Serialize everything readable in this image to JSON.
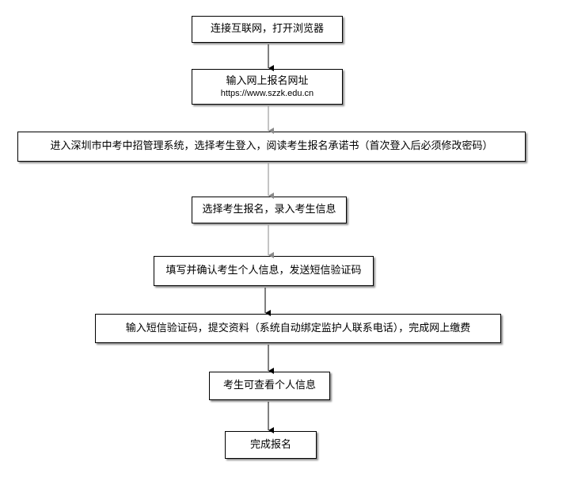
{
  "steps": [
    {
      "text": "连接互联网，打开浏览器"
    },
    {
      "text": "输入网上报名网址",
      "url": "https://www.szzk.edu.cn"
    },
    {
      "text": "进入深圳市中考中招管理系统，选择考生登入，阅读考生报名承诺书（首次登入后必须修改密码）"
    },
    {
      "text": "选择考生报名，录入考生信息"
    },
    {
      "text": "填写并确认考生个人信息，发送短信验证码"
    },
    {
      "text": "输入短信验证码，提交资料（系统自动绑定监护人联系电话），完成网上缴费"
    },
    {
      "text": "考生可查看个人信息"
    },
    {
      "text": "完成报名"
    }
  ],
  "colors": {
    "arrow": "#000000",
    "arrow_light": "#8a8a8a",
    "border": "#000000"
  }
}
